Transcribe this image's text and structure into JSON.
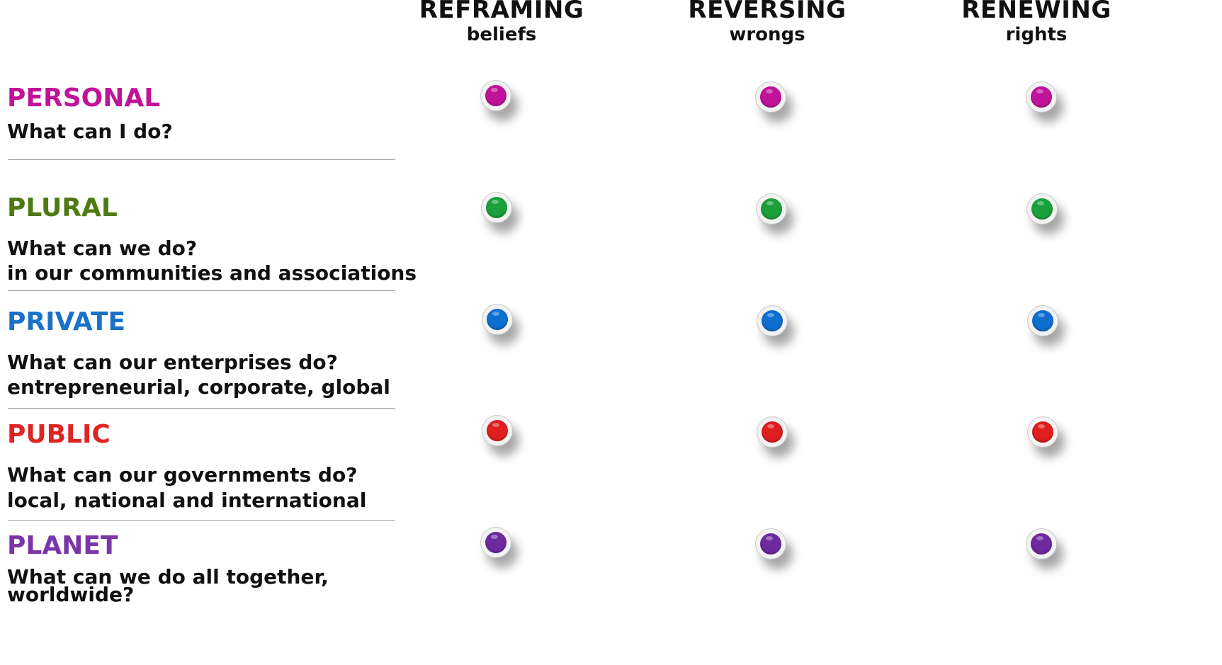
{
  "columns": [
    {
      "title": "REFRAMING",
      "subtitle": "beliefs"
    },
    {
      "title": "REVERSING",
      "subtitle": "wrongs"
    },
    {
      "title": "RENEWING",
      "subtitle": "rights"
    }
  ],
  "rows": [
    {
      "title": "PERSONAL",
      "color": "#c0139a",
      "question": "What can I do?",
      "detail": ""
    },
    {
      "title": "PLURAL",
      "color": "#4d7a13",
      "dot_color": "#1aa13a",
      "question": "What can we do?",
      "detail": "in our communities and associations"
    },
    {
      "title": "PRIVATE",
      "color": "#1a72c8",
      "dot_color": "#0d6fd0",
      "question": "What can our enterprises do?",
      "detail": "entrepreneurial, corporate, global"
    },
    {
      "title": "PUBLIC",
      "color": "#e02424",
      "dot_color": "#e01e1e",
      "question": "What can our governments do?",
      "detail": "local, national and international"
    },
    {
      "title": "PLANET",
      "color": "#7a35a8",
      "dot_color": "#6d2aa0",
      "question": "What can we do all together,",
      "detail": "worldwide?"
    }
  ]
}
